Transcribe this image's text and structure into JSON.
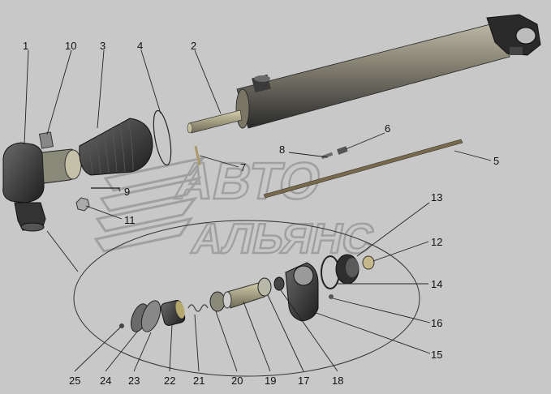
{
  "watermark": {
    "line1": "АВТО",
    "line2": "АЛЬЯНС"
  },
  "callouts": [
    "1",
    "2",
    "3",
    "4",
    "5",
    "6",
    "7",
    "8",
    "9",
    "10",
    "11",
    "12",
    "13",
    "14",
    "15",
    "16",
    "17",
    "18",
    "19",
    "20",
    "21",
    "22",
    "23",
    "24",
    "25"
  ],
  "colors": {
    "background": "#c8c8c8",
    "part": "#4a4a4a",
    "part_light": "#8a8a8a",
    "highlight": "#a89a5a"
  }
}
